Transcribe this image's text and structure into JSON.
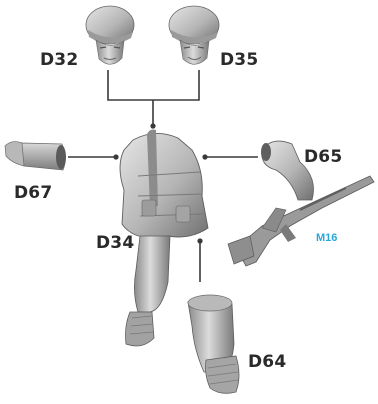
{
  "labels": {
    "head_left": "D32",
    "head_right": "D35",
    "arm_left": "D67",
    "torso": "D34",
    "arm_right": "D65",
    "rifle": "M16",
    "legs": "D64"
  },
  "colors": {
    "label_text": "#2a2a2a",
    "rifle_label": "#2aa7d8",
    "connector": "#3a3a3a",
    "part_light": "#d9d9d9",
    "part_mid": "#a9a9a9",
    "part_dark": "#6e6e6e"
  }
}
